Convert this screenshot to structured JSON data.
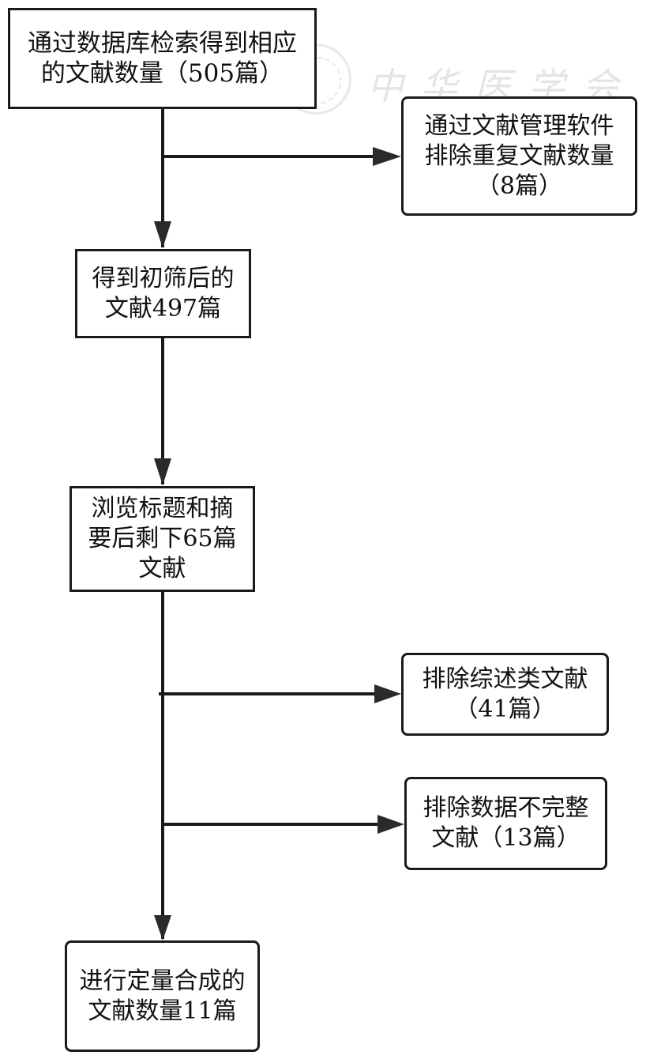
{
  "flowchart": {
    "title": "",
    "watermark": {
      "text": "中华医学会",
      "seal": "seal-icon"
    },
    "nodes": [
      {
        "id": "n1",
        "lines": [
          "通过数据库检索得到相应",
          "的文献数量（505篇）"
        ],
        "count": 505,
        "shape": "rectangle"
      },
      {
        "id": "n2",
        "lines": [
          "通过文献管理软件",
          "排除重复文献数量",
          "（8篇）"
        ],
        "count": 8,
        "shape": "rounded-rectangle"
      },
      {
        "id": "n3",
        "lines": [
          "得到初筛后的",
          "文献497篇"
        ],
        "count": 497,
        "shape": "rectangle"
      },
      {
        "id": "n4",
        "lines": [
          "浏览标题和摘",
          "要后剩下65篇",
          "文献"
        ],
        "count": 65,
        "shape": "rectangle"
      },
      {
        "id": "n5",
        "lines": [
          "排除综述类文献",
          "（41篇）"
        ],
        "count": 41,
        "shape": "rounded-rectangle"
      },
      {
        "id": "n6",
        "lines": [
          "排除数据不完整",
          "文献（13篇）"
        ],
        "count": 13,
        "shape": "rounded-rectangle"
      },
      {
        "id": "n7",
        "lines": [
          "进行定量合成的",
          "文献数量11篇"
        ],
        "count": 11,
        "shape": "rounded-rectangle"
      }
    ],
    "edges": [
      {
        "from": "n1",
        "to": "n3",
        "type": "arrow"
      },
      {
        "from": "n1",
        "to": "n2",
        "type": "branch-arrow"
      },
      {
        "from": "n3",
        "to": "n4",
        "type": "arrow"
      },
      {
        "from": "n4",
        "to": "n5",
        "type": "branch-arrow"
      },
      {
        "from": "n4",
        "to": "n6",
        "type": "branch-arrow"
      },
      {
        "from": "n4",
        "to": "n7",
        "type": "arrow"
      }
    ]
  }
}
